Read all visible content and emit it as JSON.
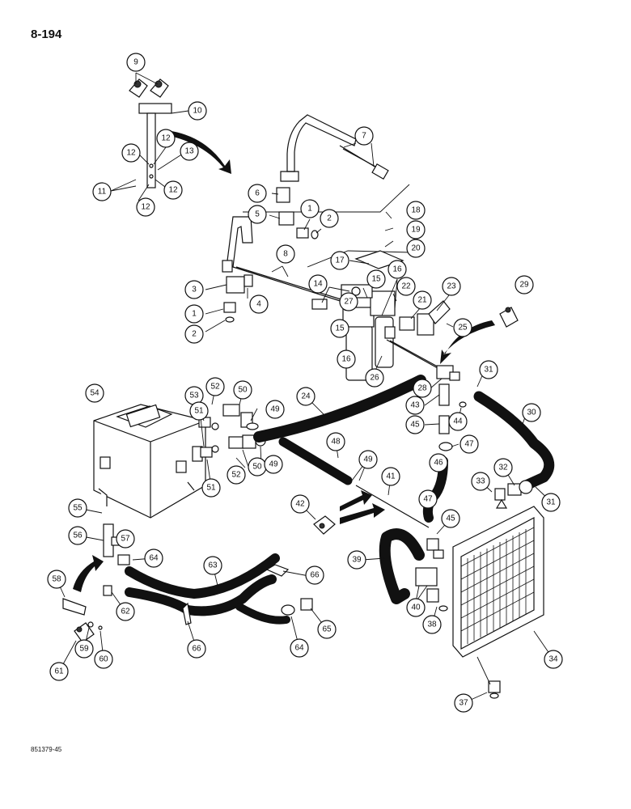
{
  "page": {
    "number": "8-194",
    "figure_code": "851379-45"
  },
  "callouts": [
    "9",
    "10",
    "12",
    "12",
    "13",
    "11",
    "12",
    "12",
    "7",
    "6",
    "5",
    "1",
    "2",
    "18",
    "19",
    "20",
    "8",
    "17",
    "3",
    "4",
    "1",
    "2",
    "14",
    "15",
    "27",
    "16",
    "22",
    "15",
    "16",
    "26",
    "21",
    "23",
    "25",
    "29",
    "28",
    "31",
    "54",
    "53",
    "52",
    "50",
    "51",
    "49",
    "24",
    "43",
    "44",
    "45",
    "47",
    "30",
    "48",
    "49",
    "50",
    "52",
    "51",
    "49",
    "46",
    "32",
    "33",
    "31",
    "41",
    "55",
    "42",
    "47",
    "45",
    "57",
    "56",
    "64",
    "39",
    "58",
    "63",
    "66",
    "40",
    "62",
    "38",
    "34",
    "66",
    "64",
    "65",
    "59",
    "60",
    "61",
    "37"
  ]
}
